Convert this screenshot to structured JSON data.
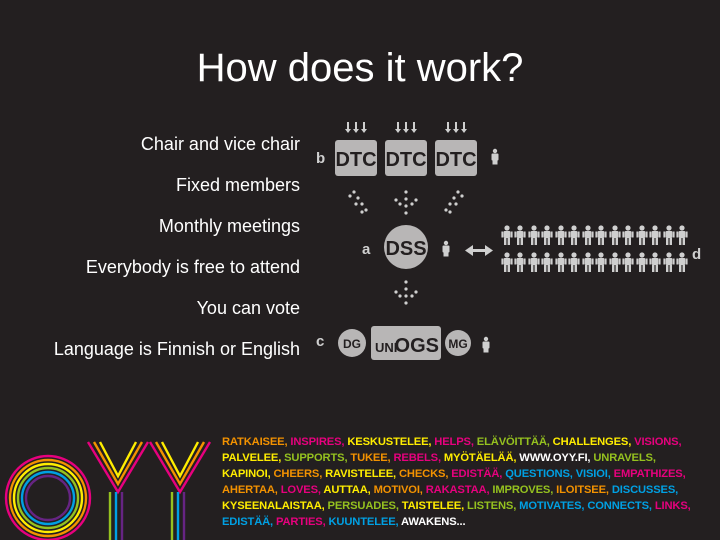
{
  "slide": {
    "title": "How does it work?"
  },
  "bullets": [
    "Chair and vice chair",
    "Fixed members",
    "Monthly meetings",
    "Everybody is free to attend",
    "You can vote",
    "Language is Finnish or English"
  ],
  "diagram": {
    "letters": {
      "b": "b",
      "a": "a",
      "c": "c",
      "d": "d"
    },
    "dtc_label": "DTC",
    "dss_label": "DSS",
    "dg_label": "DG",
    "uni_label": "UNI",
    "ogs_label": "OGS",
    "mg_label": "MG",
    "colors": {
      "box": "#b8b6b6",
      "dots": "#cfcfcf"
    }
  },
  "logo": {
    "text": "OYY",
    "colors": [
      "#e7007e",
      "#f39200",
      "#ffed00",
      "#95c11f",
      "#00a0e3",
      "#662483"
    ]
  },
  "verbs": {
    "lines": [
      [
        {
          "t": "RATKAISEE,",
          "c": "#f39200"
        },
        {
          "t": " INSPIRES,",
          "c": "#e7007e"
        },
        {
          "t": " KESKUSTELEE,",
          "c": "#ffed00"
        },
        {
          "t": " HELPS,",
          "c": "#e7007e"
        },
        {
          "t": " ELÄVÖITTÄÄ,",
          "c": "#95c11f"
        },
        {
          "t": " CHALLENGES,",
          "c": "#ffed00"
        },
        {
          "t": " VISIONS,",
          "c": "#e7007e"
        }
      ],
      [
        {
          "t": "PALVELEE,",
          "c": "#ffed00"
        },
        {
          "t": " SUPPORTS,",
          "c": "#95c11f"
        },
        {
          "t": " TUKEE,",
          "c": "#f39200"
        },
        {
          "t": " REBELS,",
          "c": "#e7007e"
        },
        {
          "t": " MYÖTÄELÄÄ,",
          "c": "#ffed00"
        },
        {
          "t": " WWW.OYY.FI,",
          "c": "#ffffff"
        },
        {
          "t": " UNRAVELS,",
          "c": "#95c11f"
        }
      ],
      [
        {
          "t": "KAPINOI,",
          "c": "#ffed00"
        },
        {
          "t": " CHEERS,",
          "c": "#f39200"
        },
        {
          "t": " RAVISTELEE,",
          "c": "#ffed00"
        },
        {
          "t": " CHECKS,",
          "c": "#f39200"
        },
        {
          "t": " EDISTÄÄ,",
          "c": "#e7007e"
        },
        {
          "t": " QUESTIONS,",
          "c": "#00a0e3"
        },
        {
          "t": " VISIOI,",
          "c": "#00a0e3"
        },
        {
          "t": " EMPATHIZES,",
          "c": "#e7007e"
        }
      ],
      [
        {
          "t": "AHERTAA,",
          "c": "#f39200"
        },
        {
          "t": " LOVES,",
          "c": "#e7007e"
        },
        {
          "t": " AUTTAA,",
          "c": "#ffed00"
        },
        {
          "t": " MOTIVOI,",
          "c": "#f39200"
        },
        {
          "t": " RAKASTAA,",
          "c": "#e7007e"
        },
        {
          "t": " IMPROVES,",
          "c": "#95c11f"
        },
        {
          "t": " ILOITSEE,",
          "c": "#f39200"
        },
        {
          "t": " DISCUSSES,",
          "c": "#00a0e3"
        }
      ],
      [
        {
          "t": "KYSEENALAISTAA,",
          "c": "#ffed00"
        },
        {
          "t": " PERSUADES,",
          "c": "#95c11f"
        },
        {
          "t": " TAISTELEE,",
          "c": "#ffed00"
        },
        {
          "t": " LISTENS,",
          "c": "#95c11f"
        },
        {
          "t": " MOTIVATES,",
          "c": "#00a0e3"
        },
        {
          "t": " CONNECTS,",
          "c": "#00a0e3"
        },
        {
          "t": " LINKS,",
          "c": "#e7007e"
        }
      ],
      [
        {
          "t": "EDISTÄÄ,",
          "c": "#00a0e3"
        },
        {
          "t": " PARTIES,",
          "c": "#e7007e"
        },
        {
          "t": " KUUNTELEE,",
          "c": "#00a0e3"
        },
        {
          "t": " AWAKENS...",
          "c": "#ffffff"
        }
      ]
    ]
  }
}
